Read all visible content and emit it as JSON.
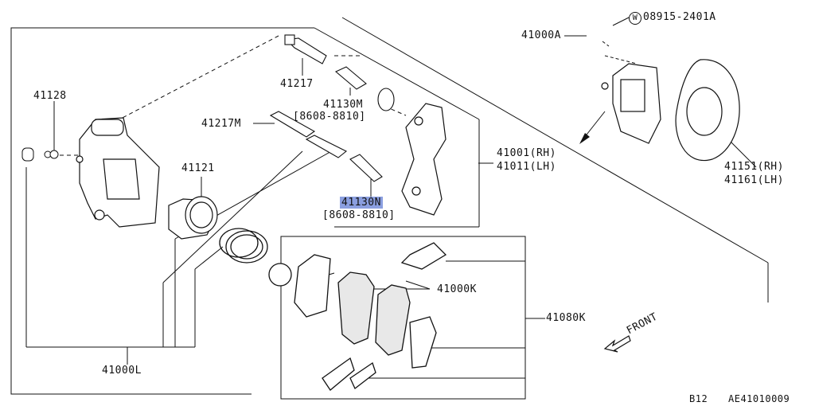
{
  "parts": {
    "p41128": "41128",
    "p41217": "41217",
    "p41130M": "41130M",
    "p41130M_range": "[8608-8810]",
    "p41217M": "41217M",
    "p41121": "41121",
    "p41001": "41001(RH)",
    "p41011": "41011(LH)",
    "p41130N": "41130N",
    "p41130N_range": "[8608-8810]",
    "p41000A": "41000A",
    "washer_symbol": "W",
    "washer_part": "08915-2401A",
    "p41151": "41151(RH)",
    "p41161": "41161(LH)",
    "p41000K": "41000K",
    "p41080K": "41080K",
    "p41000L": "41000L",
    "front": "FRONT"
  },
  "footer": {
    "page": "B12",
    "code": "AE41010009"
  },
  "colors": {
    "highlight": "#8b9fe0",
    "line": "#111111"
  }
}
